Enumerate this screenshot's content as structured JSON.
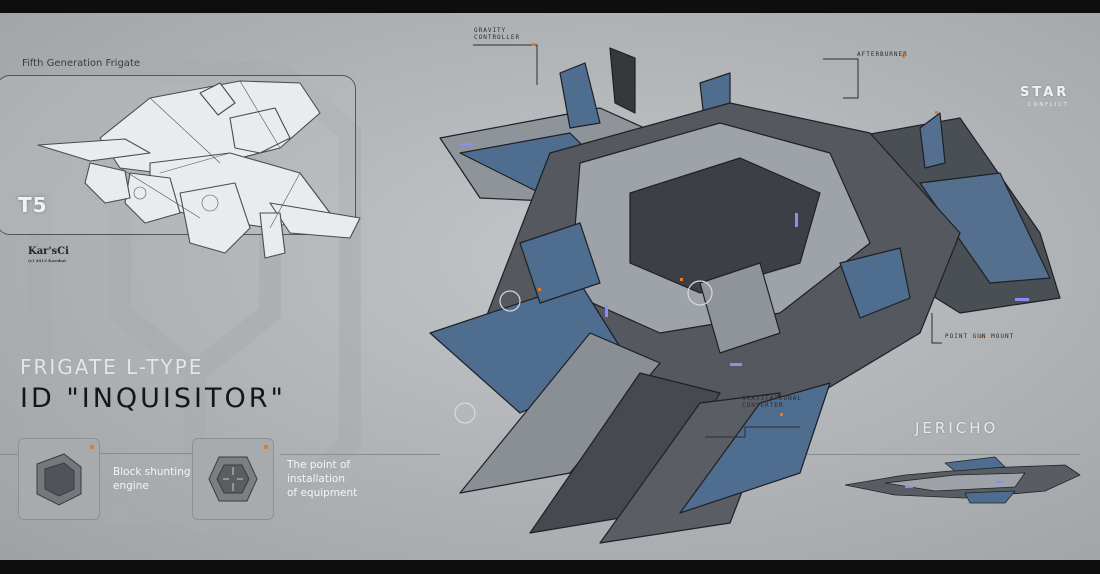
{
  "header": {
    "subtitle": "Fifth Generation Frigate"
  },
  "inset": {
    "tier": "T5",
    "signature": "Kar'sCi",
    "signature_small": "(c) 2013 Karakat"
  },
  "ship": {
    "class_line": "FRIGATE L-TYPE",
    "id_line": "ID \"INQUISITOR\""
  },
  "features": [
    {
      "label": "Block shunting\nengine",
      "icon": "engine-block-icon"
    },
    {
      "label": "The point of\ninstallation\nof equipment",
      "icon": "mount-point-icon"
    }
  ],
  "callouts": {
    "gravity_controller": "GRAVITY\nCONTROLLER",
    "afterburner": "AFTERBURNER",
    "point_gun_mount": "POINT GUN MOUNT",
    "gravitational_converter": "GRAVITATIONAL\nCONVERTER"
  },
  "logo": {
    "main": "STAR",
    "sub": "CONFLICT"
  },
  "variant": {
    "name": "JERICHO"
  },
  "colors": {
    "background": "#b8bbbe",
    "hull_light": "#9a9ea3",
    "hull_dark": "#3d4046",
    "panel_blue": "#4e6c8f",
    "accent_orange": "#e57a22",
    "engine_glow": "#8d8cf0"
  }
}
